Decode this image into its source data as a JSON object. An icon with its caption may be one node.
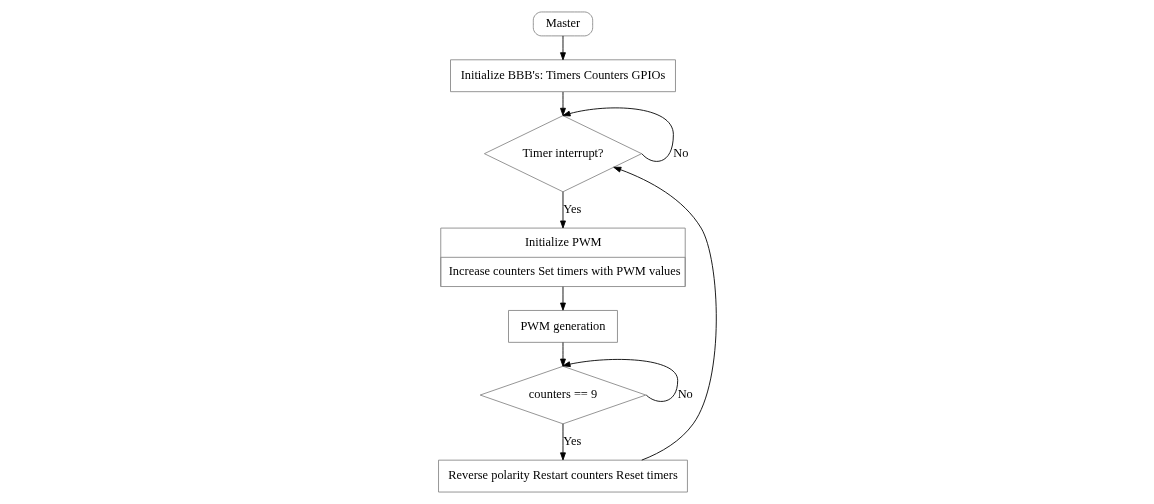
{
  "diagram": {
    "nodes": [
      {
        "text": [
          "Master"
        ]
      },
      {
        "text": [
          "Initialize BBB's: Timers Counters GPIOs"
        ]
      },
      {
        "text": [
          "Timer interrupt?"
        ]
      },
      {
        "text": [
          "Initialize PWM",
          "Increase counters Set timers with PWM values"
        ]
      },
      {
        "text": [
          "PWM generation"
        ]
      },
      {
        "text": [
          "counters == 9"
        ]
      },
      {
        "text": [
          "Reverse polarity Restart counters Reset timers"
        ]
      }
    ],
    "edges": [
      {
        "from": 0,
        "to": 1,
        "arrow": "to"
      },
      {
        "from": 1,
        "to": 2,
        "arrow": "to"
      },
      {
        "from": 2,
        "to": 2,
        "label": "No",
        "arrow": "to"
      },
      {
        "from": 2,
        "to": 3,
        "label": "Yes",
        "arrow": "to"
      },
      {
        "from": 3,
        "to": 4,
        "arrow": "to"
      },
      {
        "from": 4,
        "to": 5,
        "arrow": "to"
      },
      {
        "from": 5,
        "to": 5,
        "label": "No",
        "arrow": "to"
      },
      {
        "from": 5,
        "to": 6,
        "label": "Yes",
        "arrow": "to"
      },
      {
        "from": 6,
        "to": 2,
        "arrow": "to"
      }
    ]
  }
}
